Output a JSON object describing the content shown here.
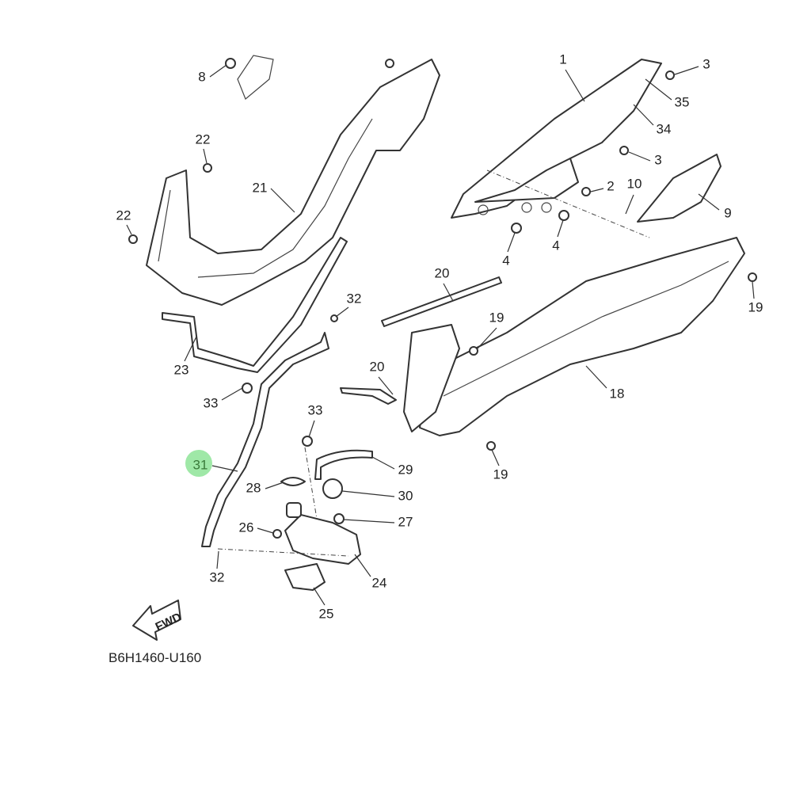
{
  "diagram": {
    "diagram_code": "B6H1460-U160",
    "fwd_label": "FWD",
    "highlight_color": "#7fe08a",
    "callouts": [
      {
        "id": "c8",
        "label": "8"
      },
      {
        "id": "c1",
        "label": "1"
      },
      {
        "id": "c3a",
        "label": "3"
      },
      {
        "id": "c35",
        "label": "35"
      },
      {
        "id": "c34",
        "label": "34"
      },
      {
        "id": "c3b",
        "label": "3"
      },
      {
        "id": "c2",
        "label": "2"
      },
      {
        "id": "c10",
        "label": "10"
      },
      {
        "id": "c9",
        "label": "9"
      },
      {
        "id": "c4a",
        "label": "4"
      },
      {
        "id": "c4b",
        "label": "4"
      },
      {
        "id": "c22a",
        "label": "22"
      },
      {
        "id": "c22b",
        "label": "22"
      },
      {
        "id": "c21",
        "label": "21"
      },
      {
        "id": "c20a",
        "label": "20"
      },
      {
        "id": "c19a",
        "label": "19"
      },
      {
        "id": "c19b",
        "label": "19"
      },
      {
        "id": "c32a",
        "label": "32"
      },
      {
        "id": "c20b",
        "label": "20"
      },
      {
        "id": "c23",
        "label": "23"
      },
      {
        "id": "c18",
        "label": "18"
      },
      {
        "id": "c33a",
        "label": "33"
      },
      {
        "id": "c33b",
        "label": "33"
      },
      {
        "id": "c19c",
        "label": "19"
      },
      {
        "id": "c31",
        "label": "31",
        "highlighted": true
      },
      {
        "id": "c29",
        "label": "29"
      },
      {
        "id": "c28",
        "label": "28"
      },
      {
        "id": "c30",
        "label": "30"
      },
      {
        "id": "c26",
        "label": "26"
      },
      {
        "id": "c27",
        "label": "27"
      },
      {
        "id": "c32b",
        "label": "32"
      },
      {
        "id": "c24",
        "label": "24"
      },
      {
        "id": "c25",
        "label": "25"
      }
    ]
  }
}
